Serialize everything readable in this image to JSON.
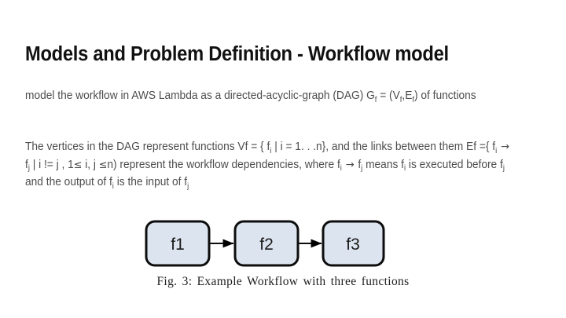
{
  "slide": {
    "title": "Models and Problem Definition - Workflow model",
    "background_color": "#ffffff",
    "title_color": "#111111",
    "body_color": "#4d4d4d"
  },
  "paragraphs": [
    {
      "id": "para-1",
      "segments": [
        {
          "text": "model the workflow in AWS Lambda as a directed-acyclic-graph (DAG) G",
          "type": "plain"
        },
        {
          "text": "f",
          "type": "sub"
        },
        {
          "text": " = (V",
          "type": "plain"
        },
        {
          "text": "f",
          "type": "sub"
        },
        {
          "text": ",E",
          "type": "plain"
        },
        {
          "text": "f",
          "type": "sub"
        },
        {
          "text": ") of functions",
          "type": "plain"
        }
      ],
      "plain_text": "model the workflow in AWS Lambda as a directed-acyclic-graph (DAG) Gf = (Vf,Ef) of functions"
    },
    {
      "id": "para-2",
      "segments": [
        {
          "text": "The vertices in the DAG represent functions Vf = { f",
          "type": "plain"
        },
        {
          "text": "i",
          "type": "sub"
        },
        {
          "text": " | i = 1. . .n}, and the links between them Ef ={ f",
          "type": "plain"
        },
        {
          "text": "i",
          "type": "sub"
        },
        {
          "text": " → f",
          "type": "arrow-lead"
        },
        {
          "text": "j",
          "type": "sub"
        },
        {
          "text": " | i != j , 1≤ i, j ≤n) represent the workflow dependencies, where f",
          "type": "plain"
        },
        {
          "text": "i",
          "type": "sub"
        },
        {
          "text": " → f",
          "type": "arrow-lead"
        },
        {
          "text": "j",
          "type": "sub"
        },
        {
          "text": " means f",
          "type": "plain"
        },
        {
          "text": "i",
          "type": "sub"
        },
        {
          "text": " is executed before f",
          "type": "plain"
        },
        {
          "text": "j",
          "type": "sub"
        },
        {
          "text": " and the output of f",
          "type": "plain"
        },
        {
          "text": "i",
          "type": "sub"
        },
        {
          "text": " is the input of f",
          "type": "plain"
        },
        {
          "text": "j",
          "type": "sub"
        }
      ],
      "plain_text": "The vertices in the DAG represent functions Vf = { fi | i = 1. . .n}, and the links between them Ef ={ fi → fj | i != j , 1≤ i, j ≤n) represent the workflow dependencies, where fi → fj means fi is executed before fj and the output of fi is the input of fj"
    }
  ],
  "figure": {
    "caption": "Fig. 3: Example Workflow with three functions",
    "node_fill": "#dce5ef",
    "node_stroke": "#0d0d0d",
    "edge_color": "#0d0d0d",
    "nodes": [
      {
        "id": "f1",
        "label": "f1"
      },
      {
        "id": "f2",
        "label": "f2"
      },
      {
        "id": "f3",
        "label": "f3"
      }
    ],
    "edges": [
      {
        "from": "f1",
        "to": "f2"
      },
      {
        "from": "f2",
        "to": "f3"
      }
    ]
  }
}
